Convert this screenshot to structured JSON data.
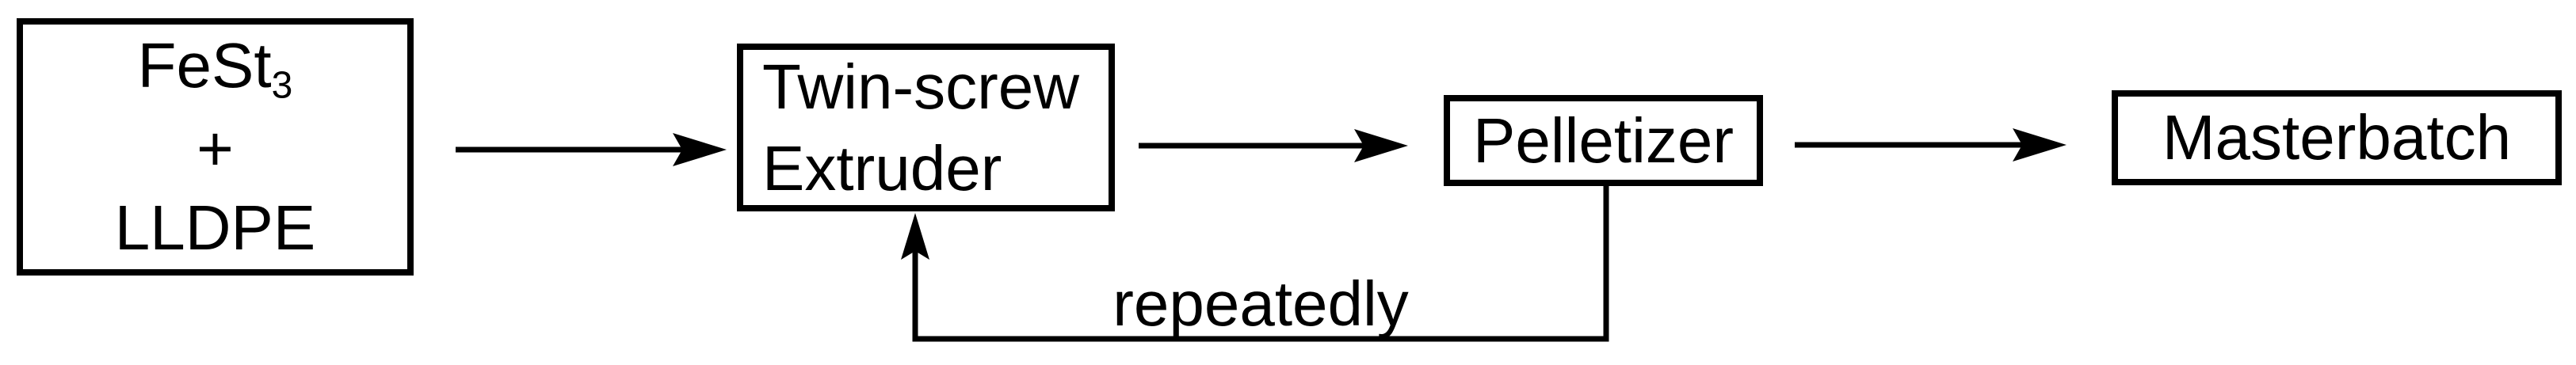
{
  "diagram": {
    "feedstock_box": {
      "compound_base": "FeSt",
      "compound_subscript": "3",
      "plus_sign": "+",
      "polymer": "LLDPE"
    },
    "extruder_box": {
      "line1": "Twin-screw",
      "line2": "Extruder"
    },
    "pelletizer_box": {
      "label": "Pelletizer"
    },
    "masterbatch_box": {
      "label": "Masterbatch"
    },
    "feedback_label": "repeatedly",
    "colors": {
      "line": "#000000",
      "text": "#000000",
      "background": "#ffffff"
    }
  }
}
